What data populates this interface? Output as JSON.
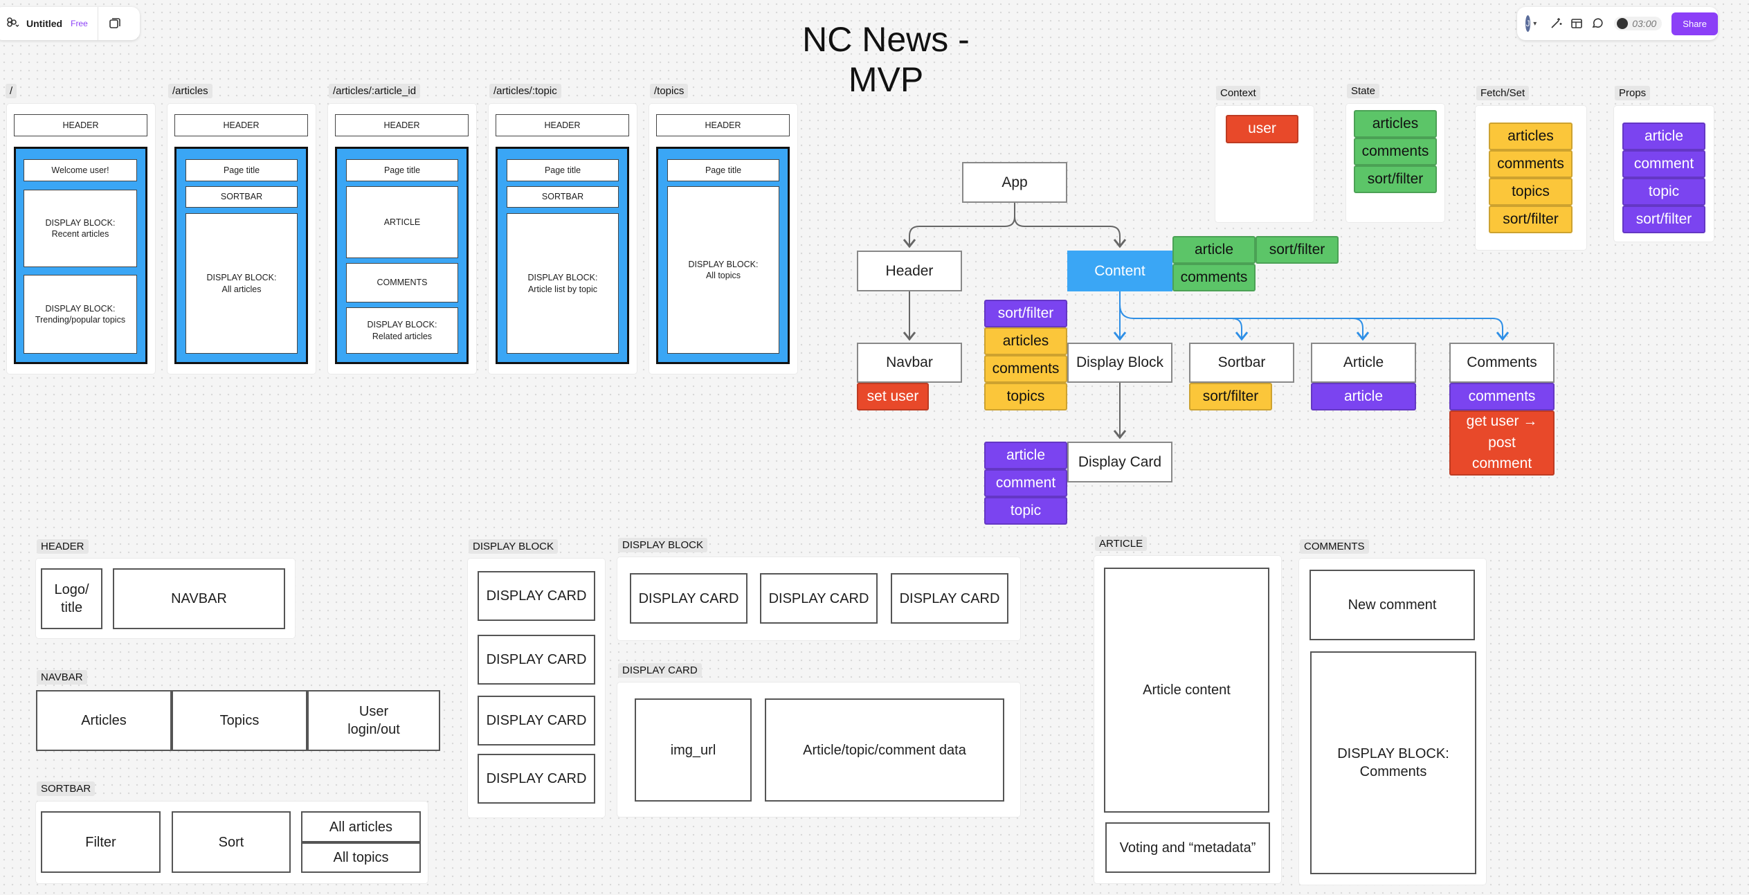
{
  "app": {
    "file_name": "Untitled",
    "plan_badge": "Free",
    "avatar_initial": "J",
    "timer": "03:00",
    "share_label": "Share"
  },
  "board_title": "NC News - MVP",
  "wireframes": [
    {
      "route": "/",
      "header": "HEADER",
      "items": [
        "Welcome user!",
        "DISPLAY BLOCK:\nRecent articles",
        "DISPLAY BLOCK:\nTrending/popular topics"
      ]
    },
    {
      "route": "/articles",
      "header": "HEADER",
      "items": [
        "Page title",
        "SORTBAR",
        "DISPLAY BLOCK:\nAll articles"
      ]
    },
    {
      "route": "/articles/:article_id",
      "header": "HEADER",
      "items": [
        "Page title",
        "ARTICLE",
        "COMMENTS",
        "DISPLAY BLOCK:\nRelated articles"
      ]
    },
    {
      "route": "/articles/:topic",
      "header": "HEADER",
      "items": [
        "Page title",
        "SORTBAR",
        "DISPLAY BLOCK:\nArticle list by topic"
      ]
    },
    {
      "route": "/topics",
      "header": "HEADER",
      "items": [
        "Page title",
        "DISPLAY BLOCK:\nAll topics"
      ]
    }
  ],
  "legend": {
    "context": {
      "label": "Context",
      "items": [
        "user"
      ]
    },
    "state": {
      "label": "State",
      "items": [
        "articles",
        "comments",
        "sort/filter"
      ]
    },
    "fetch_set": {
      "label": "Fetch/Set",
      "items": [
        "articles",
        "comments",
        "topics",
        "sort/filter"
      ]
    },
    "props": {
      "label": "Props",
      "items": [
        "article",
        "comment",
        "topic",
        "sort/filter"
      ]
    }
  },
  "tree": {
    "app": "App",
    "header": "Header",
    "content": "Content",
    "navbar": "Navbar",
    "display_block": "Display Block",
    "sortbar": "Sortbar",
    "article": "Article",
    "comments": "Comments",
    "display_card": "Display Card",
    "content_state": [
      "article",
      "sort/filter",
      "comments"
    ],
    "navbar_context": "set user",
    "display_block_props": "sort/filter",
    "display_block_fetch": [
      "articles",
      "comments",
      "topics"
    ],
    "sortbar_fetch": "sort/filter",
    "article_props": "article",
    "comments_props": "comments",
    "comments_context": "get user → post comment",
    "display_card_props": [
      "article",
      "comment",
      "topic"
    ]
  },
  "components": {
    "header": {
      "label": "HEADER",
      "logo": "Logo/ title",
      "navbar": "NAVBAR"
    },
    "navbar": {
      "label": "NAVBAR",
      "items": [
        "Articles",
        "Topics",
        "User login/out"
      ]
    },
    "sortbar": {
      "label": "SORTBAR",
      "filter": "Filter",
      "sort": "Sort",
      "all_articles": "All articles",
      "all_topics": "All topics"
    },
    "display_block_v": {
      "label": "DISPLAY BLOCK",
      "cards": [
        "DISPLAY CARD",
        "DISPLAY CARD",
        "DISPLAY CARD",
        "DISPLAY CARD"
      ]
    },
    "display_block_h": {
      "label": "DISPLAY BLOCK",
      "cards": [
        "DISPLAY CARD",
        "DISPLAY CARD",
        "DISPLAY CARD"
      ]
    },
    "display_card": {
      "label": "DISPLAY CARD",
      "img": "img_url",
      "data": "Article/topic/comment data"
    },
    "article": {
      "label": "ARTICLE",
      "content": "Article content",
      "meta": "Voting and “metadata”"
    },
    "comments": {
      "label": "COMMENTS",
      "new_comment": "New comment",
      "block": "DISPLAY BLOCK:\nComments"
    }
  },
  "colors": {
    "state": "#5cc568",
    "fetch": "#fbc63a",
    "props": "#7b44f0",
    "context": "#e8492a",
    "content_node": "#3aa6f5",
    "share": "#8b3ff7"
  }
}
